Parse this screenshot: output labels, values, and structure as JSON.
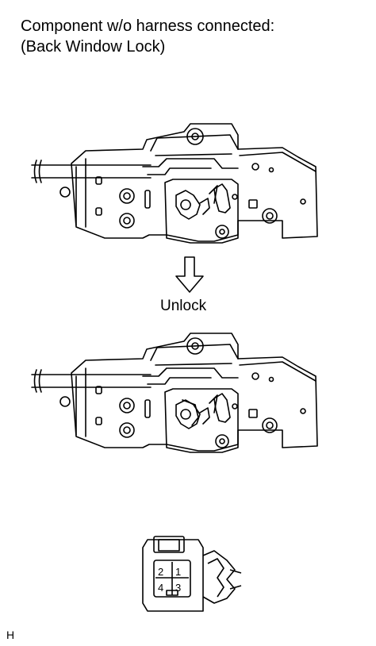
{
  "title": {
    "line1": "Component w/o harness connected:",
    "line2": "(Back Window Lock)"
  },
  "arrow_label": "Unlock",
  "connector": {
    "pins": [
      "2",
      "1",
      "4",
      "3"
    ]
  },
  "figure_code": "H"
}
